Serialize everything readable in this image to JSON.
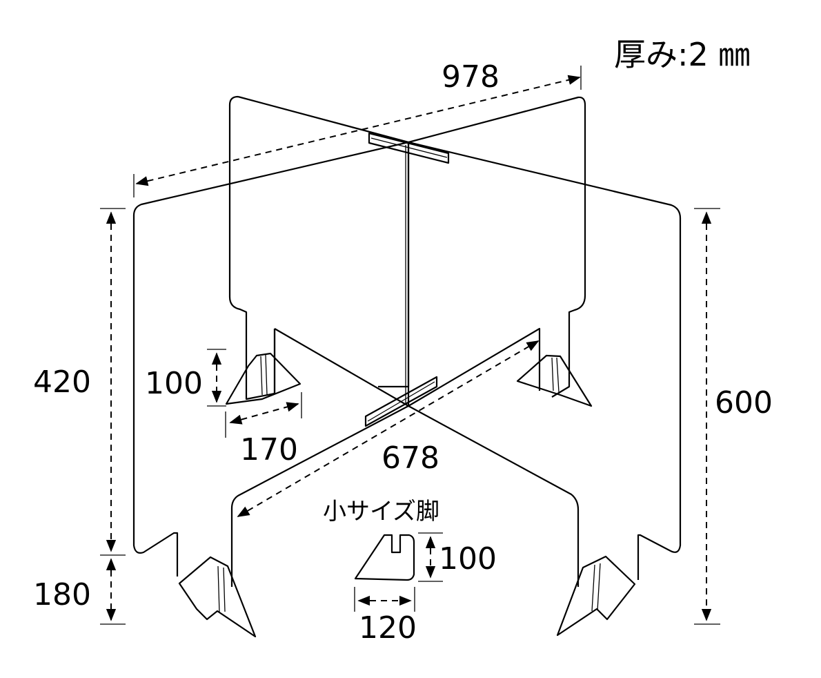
{
  "thickness": "厚み:2 ㎜",
  "small_leg_title": "小サイズ脚",
  "dimensions": {
    "width_back": "978",
    "width_front": "678",
    "height_panel": "420",
    "height_leg": "180",
    "height_total": "600",
    "foot_height": "100",
    "foot_depth": "170",
    "small_foot_height": "100",
    "small_foot_width": "120"
  },
  "colors": {
    "line": "#000000",
    "background": "#ffffff"
  }
}
